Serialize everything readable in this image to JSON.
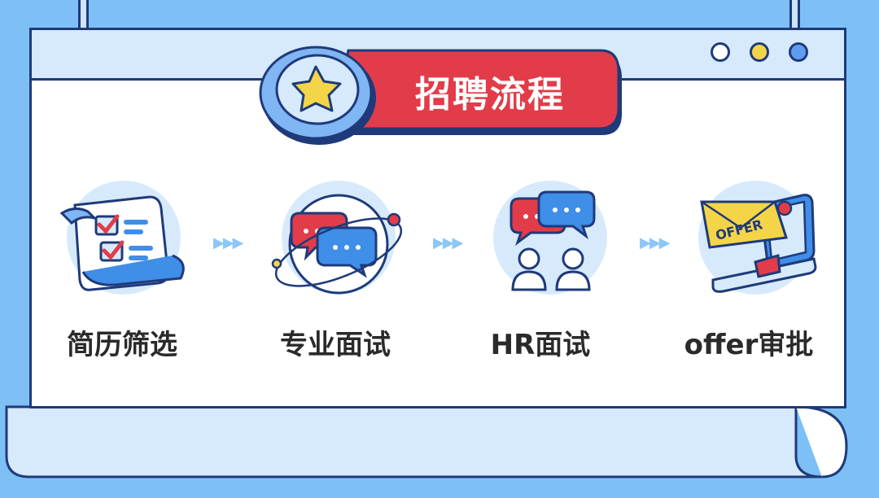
{
  "banner": {
    "title": "招聘流程",
    "icon": "star-icon"
  },
  "window": {
    "controls": [
      "white",
      "yellow",
      "blue"
    ]
  },
  "steps": [
    {
      "label": "简历筛选",
      "icon": "checklist-scroll-icon"
    },
    {
      "label": "专业面试",
      "icon": "orbit-chat-icon"
    },
    {
      "label": "HR面试",
      "icon": "people-chat-icon"
    },
    {
      "label": "offer审批",
      "icon": "offer-envelope-laptop-icon"
    }
  ],
  "offer_tag": "OFFER",
  "colors": {
    "background": "#7ec0f5",
    "outline": "#1f3a7a",
    "banner_red": "#e23c4a",
    "light_blue": "#d7eafc",
    "accent_blue": "#3f8ee8",
    "yellow": "#f5d548"
  }
}
